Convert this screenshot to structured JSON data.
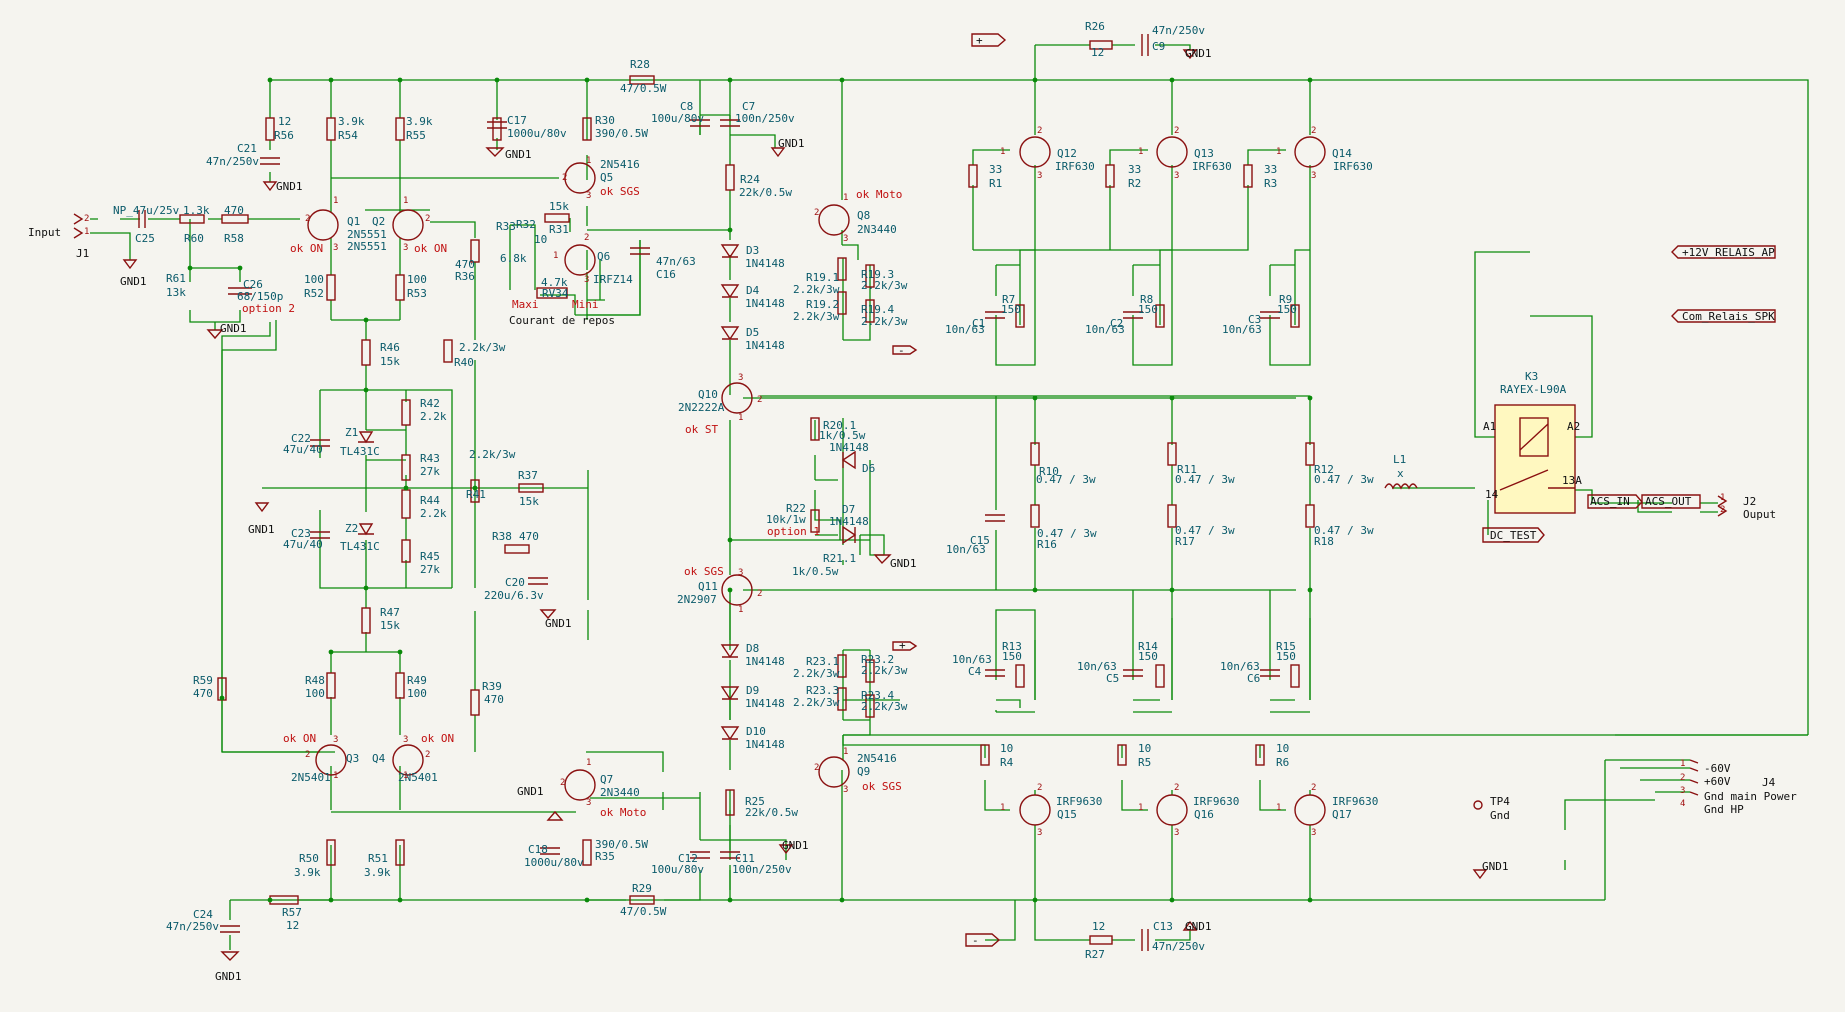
{
  "labels": [
    {
      "id": "input",
      "text": "Input"
    },
    {
      "id": "j1",
      "text": "J1"
    },
    {
      "id": "gnd1_a",
      "text": "GND1"
    },
    {
      "id": "np_cap",
      "text": "NP_47u/25v"
    },
    {
      "id": "c25",
      "text": "C25"
    },
    {
      "id": "r60v",
      "text": "1.3k"
    },
    {
      "id": "r60",
      "text": "R60"
    },
    {
      "id": "r58v",
      "text": "470"
    },
    {
      "id": "r58",
      "text": "R58"
    },
    {
      "id": "r61",
      "text": "R61"
    },
    {
      "id": "r61v",
      "text": "13k"
    },
    {
      "id": "c26",
      "text": "C26"
    },
    {
      "id": "c26v",
      "text": "68/150p"
    },
    {
      "id": "opt2",
      "text": "option 2"
    },
    {
      "id": "gnd1_b",
      "text": "GND1"
    },
    {
      "id": "c21v",
      "text": "47n/250v"
    },
    {
      "id": "c21",
      "text": "C21"
    },
    {
      "id": "gnd1_c",
      "text": "GND1"
    },
    {
      "id": "r56v",
      "text": "12"
    },
    {
      "id": "r56",
      "text": "R56"
    },
    {
      "id": "r54v",
      "text": "3.9k"
    },
    {
      "id": "r54",
      "text": "R54"
    },
    {
      "id": "r55v",
      "text": "3.9k"
    },
    {
      "id": "r55",
      "text": "R55"
    },
    {
      "id": "q1",
      "text": "Q1"
    },
    {
      "id": "q1a",
      "text": "2N5551"
    },
    {
      "id": "q1b",
      "text": "2N5551"
    },
    {
      "id": "q2",
      "text": "Q2"
    },
    {
      "id": "okon1",
      "text": "ok ON"
    },
    {
      "id": "okon2",
      "text": "ok ON"
    },
    {
      "id": "r52v",
      "text": "100"
    },
    {
      "id": "r52",
      "text": "R52"
    },
    {
      "id": "r53v",
      "text": "100"
    },
    {
      "id": "r53",
      "text": "R53"
    },
    {
      "id": "r36v",
      "text": "470"
    },
    {
      "id": "r36",
      "text": "R36"
    },
    {
      "id": "r46",
      "text": "R46"
    },
    {
      "id": "r46v",
      "text": "15k"
    },
    {
      "id": "r40v",
      "text": "2.2k/3w"
    },
    {
      "id": "r40",
      "text": "R40"
    },
    {
      "id": "c17",
      "text": "C17"
    },
    {
      "id": "c17v",
      "text": "1000u/80v"
    },
    {
      "id": "gnd1_d",
      "text": "GND1"
    },
    {
      "id": "r30",
      "text": "R30"
    },
    {
      "id": "r30v",
      "text": "390/0.5W"
    },
    {
      "id": "r28",
      "text": "R28"
    },
    {
      "id": "r28v",
      "text": "47/0.5W"
    },
    {
      "id": "q5a",
      "text": "2N5416"
    },
    {
      "id": "q5",
      "text": "Q5"
    },
    {
      "id": "oksgs1",
      "text": "ok SGS"
    },
    {
      "id": "r31v",
      "text": "15k"
    },
    {
      "id": "r31",
      "text": "R31"
    },
    {
      "id": "r33",
      "text": "R33"
    },
    {
      "id": "r33v",
      "text": "6.8k"
    },
    {
      "id": "r32",
      "text": "R32"
    },
    {
      "id": "r32v",
      "text": "10"
    },
    {
      "id": "q6",
      "text": "Q6"
    },
    {
      "id": "q6a",
      "text": "IRFZ14"
    },
    {
      "id": "rv34v",
      "text": "4.7k"
    },
    {
      "id": "rv34",
      "text": "RV34"
    },
    {
      "id": "maxi",
      "text": "Maxi"
    },
    {
      "id": "mini",
      "text": "Mini"
    },
    {
      "id": "courant",
      "text": "Courant de repos"
    },
    {
      "id": "c16v",
      "text": "47n/63"
    },
    {
      "id": "c16",
      "text": "C16"
    },
    {
      "id": "c8",
      "text": "C8"
    },
    {
      "id": "c8v",
      "text": "100u/80v"
    },
    {
      "id": "c7",
      "text": "C7"
    },
    {
      "id": "c7v",
      "text": "100n/250v"
    },
    {
      "id": "gnd1_e",
      "text": "GND1"
    },
    {
      "id": "r24",
      "text": "R24"
    },
    {
      "id": "r24v",
      "text": "22k/0.5w"
    },
    {
      "id": "d3",
      "text": "D3"
    },
    {
      "id": "d3v",
      "text": "1N4148"
    },
    {
      "id": "d4",
      "text": "D4"
    },
    {
      "id": "d4v",
      "text": "1N4148"
    },
    {
      "id": "d5",
      "text": "D5"
    },
    {
      "id": "d5v",
      "text": "1N4148"
    },
    {
      "id": "okmoto1",
      "text": "ok Moto"
    },
    {
      "id": "q8",
      "text": "Q8"
    },
    {
      "id": "q8a",
      "text": "2N3440"
    },
    {
      "id": "r191",
      "text": "R19.1"
    },
    {
      "id": "r191v",
      "text": "2.2k/3w"
    },
    {
      "id": "r193",
      "text": "R19.3"
    },
    {
      "id": "r193v",
      "text": "2.2k/3w"
    },
    {
      "id": "r192",
      "text": "R19.2"
    },
    {
      "id": "r192v",
      "text": "2.2k/3w"
    },
    {
      "id": "r194",
      "text": "R19.4"
    },
    {
      "id": "r194v",
      "text": "2.2k/3w"
    },
    {
      "id": "minus1",
      "text": "-"
    },
    {
      "id": "q10",
      "text": "Q10"
    },
    {
      "id": "q10a",
      "text": "2N2222A"
    },
    {
      "id": "okst",
      "text": "ok ST"
    },
    {
      "id": "r201",
      "text": "R20.1"
    },
    {
      "id": "r201v",
      "text": "1k/0.5w"
    },
    {
      "id": "d6v",
      "text": "1N4148"
    },
    {
      "id": "d6",
      "text": "D6"
    },
    {
      "id": "r22",
      "text": "R22"
    },
    {
      "id": "r22v",
      "text": "10k/1w"
    },
    {
      "id": "opt1",
      "text": "option 1"
    },
    {
      "id": "d7",
      "text": "D7"
    },
    {
      "id": "d7v",
      "text": "1N4148"
    },
    {
      "id": "r211",
      "text": "R21.1"
    },
    {
      "id": "r211v",
      "text": "1k/0.5w"
    },
    {
      "id": "gnd1_f",
      "text": "GND1"
    },
    {
      "id": "r37",
      "text": "R37"
    },
    {
      "id": "r37v",
      "text": "15k"
    },
    {
      "id": "r41",
      "text": "R41"
    },
    {
      "id": "r41v",
      "text": "2.2k/3w"
    },
    {
      "id": "r42",
      "text": "R42"
    },
    {
      "id": "r42v",
      "text": "2.2k"
    },
    {
      "id": "r43",
      "text": "R43"
    },
    {
      "id": "r43v",
      "text": "27k"
    },
    {
      "id": "r44",
      "text": "R44"
    },
    {
      "id": "r44v",
      "text": "2.2k"
    },
    {
      "id": "r45",
      "text": "R45"
    },
    {
      "id": "r45v",
      "text": "27k"
    },
    {
      "id": "z1",
      "text": "Z1"
    },
    {
      "id": "z1v",
      "text": "TL431C"
    },
    {
      "id": "z2",
      "text": "Z2"
    },
    {
      "id": "z2v",
      "text": "TL431C"
    },
    {
      "id": "c22",
      "text": "C22"
    },
    {
      "id": "c22v",
      "text": "47u/40"
    },
    {
      "id": "c23",
      "text": "C23"
    },
    {
      "id": "c23v",
      "text": "47u/40"
    },
    {
      "id": "gnd1_g",
      "text": "GND1"
    },
    {
      "id": "r38",
      "text": "R38"
    },
    {
      "id": "r38v",
      "text": "470"
    },
    {
      "id": "c20",
      "text": "C20"
    },
    {
      "id": "c20v",
      "text": "220u/6.3v"
    },
    {
      "id": "gnd1_h",
      "text": "GND1"
    },
    {
      "id": "r47",
      "text": "R47"
    },
    {
      "id": "r47v",
      "text": "15k"
    },
    {
      "id": "oksgs2",
      "text": "ok SGS"
    },
    {
      "id": "q11",
      "text": "Q11"
    },
    {
      "id": "q11a",
      "text": "2N2907"
    },
    {
      "id": "d8",
      "text": "D8"
    },
    {
      "id": "d8v",
      "text": "1N4148"
    },
    {
      "id": "d9",
      "text": "D9"
    },
    {
      "id": "d9v",
      "text": "1N4148"
    },
    {
      "id": "d10",
      "text": "D10"
    },
    {
      "id": "d10v",
      "text": "1N4148"
    },
    {
      "id": "r231",
      "text": "R23.1"
    },
    {
      "id": "r231v",
      "text": "2.2k/3w"
    },
    {
      "id": "r232",
      "text": "R23.2"
    },
    {
      "id": "r232v",
      "text": "2.2k/3w"
    },
    {
      "id": "r233",
      "text": "R23.3"
    },
    {
      "id": "r233v",
      "text": "2.2k/3w"
    },
    {
      "id": "r234",
      "text": "R23.4"
    },
    {
      "id": "r234v",
      "text": "2.2k/3w"
    },
    {
      "id": "plus2",
      "text": "+"
    },
    {
      "id": "q9a",
      "text": "2N5416"
    },
    {
      "id": "q9",
      "text": "Q9"
    },
    {
      "id": "oksgs3",
      "text": "ok SGS"
    },
    {
      "id": "r59",
      "text": "R59"
    },
    {
      "id": "r59v",
      "text": "470"
    },
    {
      "id": "r48",
      "text": "R48"
    },
    {
      "id": "r48v",
      "text": "100"
    },
    {
      "id": "r49",
      "text": "R49"
    },
    {
      "id": "r49v",
      "text": "100"
    },
    {
      "id": "r39",
      "text": "R39"
    },
    {
      "id": "r39v",
      "text": "470"
    },
    {
      "id": "okon3",
      "text": "ok ON"
    },
    {
      "id": "okon4",
      "text": "ok ON"
    },
    {
      "id": "q3",
      "text": "Q3"
    },
    {
      "id": "q3a",
      "text": "2N5401"
    },
    {
      "id": "q4",
      "text": "Q4"
    },
    {
      "id": "q4a",
      "text": "2N5401"
    },
    {
      "id": "gnd1_i",
      "text": "GND1"
    },
    {
      "id": "q7",
      "text": "Q7"
    },
    {
      "id": "q7a",
      "text": "2N3440"
    },
    {
      "id": "okmoto2",
      "text": "ok Moto"
    },
    {
      "id": "c18",
      "text": "C18"
    },
    {
      "id": "c18v",
      "text": "1000u/80v"
    },
    {
      "id": "r35v",
      "text": "390/0.5W"
    },
    {
      "id": "r35",
      "text": "R35"
    },
    {
      "id": "r50",
      "text": "R50"
    },
    {
      "id": "r50v",
      "text": "3.9k"
    },
    {
      "id": "r51",
      "text": "R51"
    },
    {
      "id": "r51v",
      "text": "3.9k"
    },
    {
      "id": "r25",
      "text": "R25"
    },
    {
      "id": "r25v",
      "text": "22k/0.5w"
    },
    {
      "id": "c12",
      "text": "C12"
    },
    {
      "id": "c12v",
      "text": "100u/80v"
    },
    {
      "id": "c11",
      "text": "C11"
    },
    {
      "id": "c11v",
      "text": "100n/250v"
    },
    {
      "id": "gnd1_j",
      "text": "GND1"
    },
    {
      "id": "r29",
      "text": "R29"
    },
    {
      "id": "r29v",
      "text": "47/0.5W"
    },
    {
      "id": "c24",
      "text": "C24"
    },
    {
      "id": "c24v",
      "text": "47n/250v"
    },
    {
      "id": "r57",
      "text": "R57"
    },
    {
      "id": "r57v",
      "text": "12"
    },
    {
      "id": "gnd1_k",
      "text": "GND1"
    },
    {
      "id": "plus1",
      "text": "+"
    },
    {
      "id": "r26",
      "text": "R26"
    },
    {
      "id": "r26v",
      "text": "12"
    },
    {
      "id": "c9v",
      "text": "47n/250v"
    },
    {
      "id": "c9",
      "text": "C9"
    },
    {
      "id": "gnd1_l",
      "text": "GND1"
    },
    {
      "id": "r1v",
      "text": "33"
    },
    {
      "id": "r1",
      "text": "R1"
    },
    {
      "id": "q12",
      "text": "Q12"
    },
    {
      "id": "q12a",
      "text": "IRF630"
    },
    {
      "id": "r2v",
      "text": "33"
    },
    {
      "id": "r2",
      "text": "R2"
    },
    {
      "id": "q13",
      "text": "Q13"
    },
    {
      "id": "q13a",
      "text": "IRF630"
    },
    {
      "id": "r3v",
      "text": "33"
    },
    {
      "id": "r3",
      "text": "R3"
    },
    {
      "id": "q14",
      "text": "Q14"
    },
    {
      "id": "q14a",
      "text": "IRF630"
    },
    {
      "id": "c1",
      "text": "C1"
    },
    {
      "id": "c1v",
      "text": "10n/63"
    },
    {
      "id": "r7",
      "text": "R7"
    },
    {
      "id": "r7v",
      "text": "150"
    },
    {
      "id": "c2",
      "text": "C2"
    },
    {
      "id": "c2v",
      "text": "10n/63"
    },
    {
      "id": "r8",
      "text": "R8"
    },
    {
      "id": "r8v",
      "text": "150"
    },
    {
      "id": "c3",
      "text": "C3"
    },
    {
      "id": "c3v",
      "text": "10n/63"
    },
    {
      "id": "r9",
      "text": "R9"
    },
    {
      "id": "r9v",
      "text": "150"
    },
    {
      "id": "r10",
      "text": "R10"
    },
    {
      "id": "r10v",
      "text": "0.47 / 3w"
    },
    {
      "id": "r11",
      "text": "R11"
    },
    {
      "id": "r11v",
      "text": "0.47 / 3w"
    },
    {
      "id": "r12",
      "text": "R12"
    },
    {
      "id": "r12v",
      "text": "0.47 / 3w"
    },
    {
      "id": "c15",
      "text": "C15"
    },
    {
      "id": "c15v",
      "text": "10n/63"
    },
    {
      "id": "r16v",
      "text": "0.47 / 3w"
    },
    {
      "id": "r16",
      "text": "R16"
    },
    {
      "id": "r17v",
      "text": "0.47 / 3w"
    },
    {
      "id": "r17",
      "text": "R17"
    },
    {
      "id": "r18v",
      "text": "0.47 / 3w"
    },
    {
      "id": "r18",
      "text": "R18"
    },
    {
      "id": "c4v",
      "text": "10n/63"
    },
    {
      "id": "c4",
      "text": "C4"
    },
    {
      "id": "r13",
      "text": "R13"
    },
    {
      "id": "r13v",
      "text": "150"
    },
    {
      "id": "c5v",
      "text": "10n/63"
    },
    {
      "id": "c5",
      "text": "C5"
    },
    {
      "id": "r14",
      "text": "R14"
    },
    {
      "id": "r14v",
      "text": "150"
    },
    {
      "id": "c6v",
      "text": "10n/63"
    },
    {
      "id": "c6",
      "text": "C6"
    },
    {
      "id": "r15",
      "text": "R15"
    },
    {
      "id": "r15v",
      "text": "150"
    },
    {
      "id": "r4v",
      "text": "10"
    },
    {
      "id": "r4",
      "text": "R4"
    },
    {
      "id": "q15a",
      "text": "IRF9630"
    },
    {
      "id": "q15",
      "text": "Q15"
    },
    {
      "id": "r5v",
      "text": "10"
    },
    {
      "id": "r5",
      "text": "R5"
    },
    {
      "id": "q16a",
      "text": "IRF9630"
    },
    {
      "id": "q16",
      "text": "Q16"
    },
    {
      "id": "r6v",
      "text": "10"
    },
    {
      "id": "r6",
      "text": "R6"
    },
    {
      "id": "q17a",
      "text": "IRF9630"
    },
    {
      "id": "q17",
      "text": "Q17"
    },
    {
      "id": "minus2",
      "text": "-"
    },
    {
      "id": "r27v",
      "text": "12"
    },
    {
      "id": "r27",
      "text": "R27"
    },
    {
      "id": "c13",
      "text": "C13"
    },
    {
      "id": "c13v",
      "text": "47n/250v"
    },
    {
      "id": "gnd1_m",
      "text": "GND1"
    },
    {
      "id": "l1",
      "text": "L1"
    },
    {
      "id": "l1v",
      "text": "x"
    },
    {
      "id": "k3",
      "text": "K3"
    },
    {
      "id": "k3v",
      "text": "RAYEX-L90A"
    },
    {
      "id": "a1",
      "text": "A1"
    },
    {
      "id": "a2",
      "text": "A2"
    },
    {
      "id": "p14",
      "text": "14"
    },
    {
      "id": "p13a",
      "text": "13A"
    },
    {
      "id": "relay_ap",
      "text": "+12V_RELAIS_AP"
    },
    {
      "id": "com_spk",
      "text": "Com_Relais_SPK"
    },
    {
      "id": "acs_in",
      "text": "ACS_IN"
    },
    {
      "id": "acs_out",
      "text": "ACS_OUT"
    },
    {
      "id": "dc_test",
      "text": "DC_TEST"
    },
    {
      "id": "j2",
      "text": "J2"
    },
    {
      "id": "ouput",
      "text": "Ouput"
    },
    {
      "id": "j4",
      "text": "J4"
    },
    {
      "id": "m60",
      "text": "-60V"
    },
    {
      "id": "p60",
      "text": "+60V"
    },
    {
      "id": "gndmain",
      "text": "Gnd main Power"
    },
    {
      "id": "gndhp",
      "text": "Gnd HP"
    },
    {
      "id": "tp4",
      "text": "TP4"
    },
    {
      "id": "tp4v",
      "text": "Gnd"
    },
    {
      "id": "gnd1_n",
      "text": "GND1"
    }
  ],
  "pins": [
    {
      "id": "pj1a",
      "text": "2"
    },
    {
      "id": "pj1b",
      "text": "1"
    },
    {
      "id": "pq1b",
      "text": "2"
    },
    {
      "id": "pq1c",
      "text": "1"
    },
    {
      "id": "pq1e",
      "text": "3"
    },
    {
      "id": "pq2b",
      "text": "2"
    },
    {
      "id": "pq2c",
      "text": "1"
    },
    {
      "id": "pq2e",
      "text": "3"
    },
    {
      "id": "pq5b",
      "text": "2"
    },
    {
      "id": "pq5c",
      "text": "1"
    },
    {
      "id": "pq5e",
      "text": "3"
    },
    {
      "id": "pq6g",
      "text": "1"
    },
    {
      "id": "pq6d",
      "text": "2"
    },
    {
      "id": "pq6s",
      "text": "3"
    },
    {
      "id": "pq8b",
      "text": "2"
    },
    {
      "id": "pq8c",
      "text": "1"
    },
    {
      "id": "pq8e",
      "text": "3"
    },
    {
      "id": "pq10b",
      "text": "2"
    },
    {
      "id": "pq10c",
      "text": "3"
    },
    {
      "id": "pq10e",
      "text": "1"
    },
    {
      "id": "pq11b",
      "text": "2"
    },
    {
      "id": "pq11c",
      "text": "3"
    },
    {
      "id": "pq11e",
      "text": "1"
    },
    {
      "id": "pq9b",
      "text": "2"
    },
    {
      "id": "pq9c",
      "text": "1"
    },
    {
      "id": "pq9e",
      "text": "3"
    },
    {
      "id": "pq7b",
      "text": "2"
    },
    {
      "id": "pq7c",
      "text": "1"
    },
    {
      "id": "pq7e",
      "text": "3"
    },
    {
      "id": "pq3b",
      "text": "2"
    },
    {
      "id": "pq3c",
      "text": "3"
    },
    {
      "id": "pq3e",
      "text": "1"
    },
    {
      "id": "pq4b",
      "text": "2"
    },
    {
      "id": "pq4c",
      "text": "3"
    },
    {
      "id": "pq4e",
      "text": "1"
    },
    {
      "id": "pq12g",
      "text": "1"
    },
    {
      "id": "pq12d",
      "text": "2"
    },
    {
      "id": "pq12s",
      "text": "3"
    },
    {
      "id": "pq13g",
      "text": "1"
    },
    {
      "id": "pq13d",
      "text": "2"
    },
    {
      "id": "pq13s",
      "text": "3"
    },
    {
      "id": "pq14g",
      "text": "1"
    },
    {
      "id": "pq14d",
      "text": "2"
    },
    {
      "id": "pq14s",
      "text": "3"
    },
    {
      "id": "pq15g",
      "text": "1"
    },
    {
      "id": "pq15d",
      "text": "2"
    },
    {
      "id": "pq15s",
      "text": "3"
    },
    {
      "id": "pq16g",
      "text": "1"
    },
    {
      "id": "pq16d",
      "text": "2"
    },
    {
      "id": "pq16s",
      "text": "3"
    },
    {
      "id": "pq17g",
      "text": "1"
    },
    {
      "id": "pq17d",
      "text": "2"
    },
    {
      "id": "pq17s",
      "text": "3"
    },
    {
      "id": "pj2a",
      "text": "1"
    },
    {
      "id": "pj2b",
      "text": "2"
    },
    {
      "id": "pj4a",
      "text": "1"
    },
    {
      "id": "pj4b",
      "text": "2"
    },
    {
      "id": "pj4c",
      "text": "3"
    },
    {
      "id": "pj4d",
      "text": "4"
    }
  ]
}
